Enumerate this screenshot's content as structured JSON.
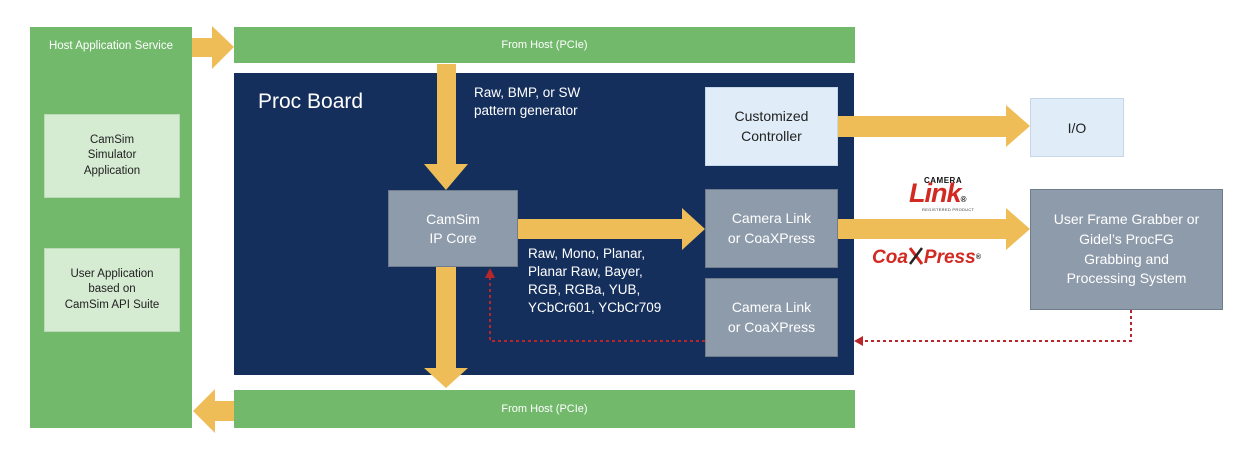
{
  "left_panel": {
    "title": "Host Application Service",
    "simulator_app": "CamSim\nSimulator\nApplication",
    "user_app": "User Application\nbased on\nCamSim API Suite"
  },
  "top_bar": {
    "label": "From Host (PCIe)"
  },
  "bottom_bar": {
    "label": "From Host (PCIe)"
  },
  "proc_board": {
    "title": "Proc Board",
    "source_text": "Raw, BMP, or SW\npattern generator",
    "ip_core": "CamSim\nIP Core",
    "formats_text": "Raw, Mono, Planar,\nPlanar Raw, Bayer,\nRGB, RGBa, YUB,\nYCbCr601, YCbCr709",
    "controller": "Customized\nController",
    "interface_out": "Camera Link\nor CoaXPress",
    "interface_in": "Camera Link\nor CoaXPress"
  },
  "io_box": {
    "label": "I/O"
  },
  "grabber": {
    "label": "User Frame Grabber or\nGidel’s ProcFG\nGrabbing and\nProcessing System"
  },
  "logos": {
    "camera_link": {
      "top": "CAMERA",
      "word": "Link",
      "reg": "®",
      "caption": "REGISTERED PRODUCT"
    },
    "coaxpress": {
      "word_a": "Coa",
      "word_b": "Press",
      "reg": "®"
    }
  },
  "colors": {
    "green": "#72b96c",
    "navy": "#142f5c",
    "arrow": "#efbd57",
    "dotted": "#b8262b",
    "logo_red": "#d22a22"
  }
}
